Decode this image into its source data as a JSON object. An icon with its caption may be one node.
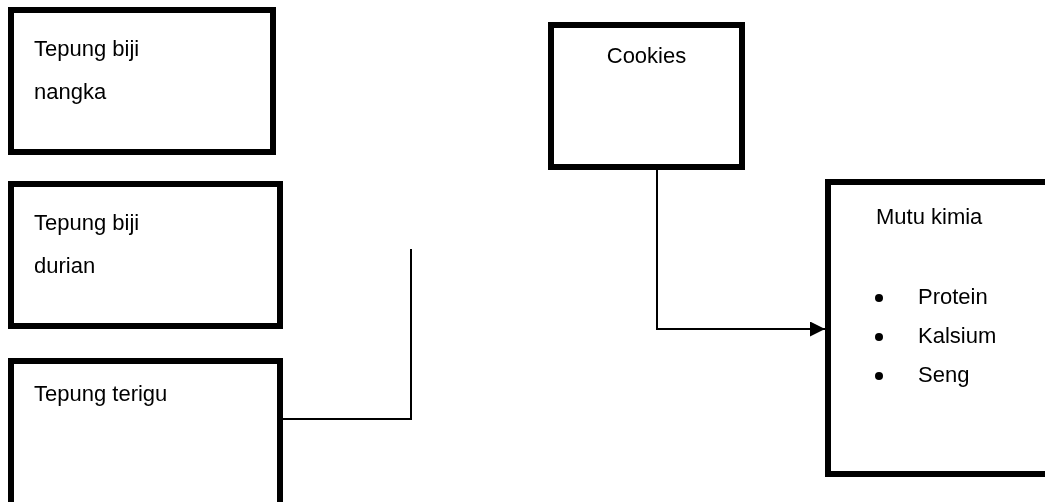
{
  "diagram": {
    "nodes": [
      {
        "text": [
          "Tepung biji nangka"
        ]
      },
      {
        "text": [
          "Tepung biji durian"
        ]
      },
      {
        "text": [
          "Tepung terigu"
        ]
      },
      {
        "text": [
          "Cookies"
        ]
      },
      {
        "text": [
          "Mutu kimia",
          "Protein",
          "Kalsium",
          "Seng"
        ]
      }
    ],
    "edges": [
      {
        "from": 2,
        "to": null,
        "arrow": "none"
      },
      {
        "from": 3,
        "to": 4,
        "arrow": "to"
      }
    ]
  }
}
